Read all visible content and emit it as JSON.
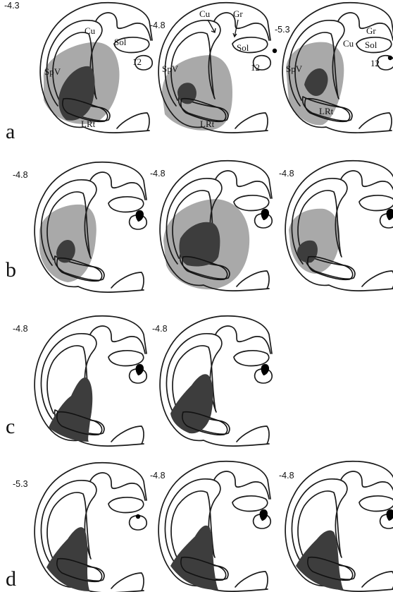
{
  "panel_letters": {
    "a": "a",
    "b": "b",
    "c": "c",
    "d": "d"
  },
  "coordinates": {
    "a1": "-4.3",
    "a2": "-4.8",
    "a3": "-5.3",
    "b1": "-4.8",
    "b2": "-4.8",
    "b3": "-4.8",
    "c1": "-4.8",
    "c2": "-4.8",
    "d1": "-5.3",
    "d2": "-4.8",
    "d3": "-4.8"
  },
  "labels": {
    "a1": {
      "cu": "Cu",
      "sol": "Sol",
      "n12": "12",
      "spv": "SpV",
      "lrt": "LRt"
    },
    "a2": {
      "cu": "Cu",
      "gr": "Gr",
      "sol": "Sol",
      "n12": "12",
      "spv": "SpV",
      "lrt": "LRt"
    },
    "a3": {
      "gr": "Gr",
      "cu": "Cu",
      "sol": "Sol",
      "n12": "12",
      "spv": "SpV",
      "lrt": "LRt"
    }
  },
  "colors": {
    "outline": "#1a1a1a",
    "light_lesion": "#a9a9a9",
    "dark_lesion": "#3d3d3d",
    "background": "#ffffff"
  }
}
